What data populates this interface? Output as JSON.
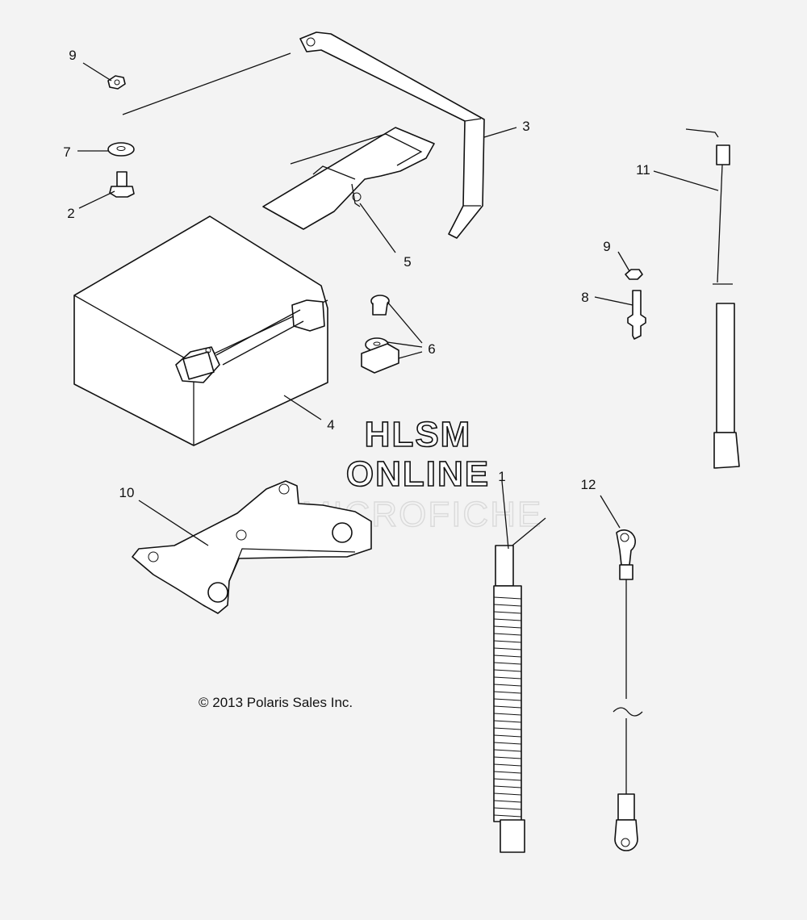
{
  "watermark": {
    "line1": "HLSM",
    "line2": "ONLINE",
    "line3": "MICROFICHE"
  },
  "copyright": "© 2013 Polaris Sales Inc.",
  "callouts": [
    {
      "id": "c9a",
      "label": "9"
    },
    {
      "id": "c7",
      "label": "7"
    },
    {
      "id": "c2",
      "label": "2"
    },
    {
      "id": "c3",
      "label": "3"
    },
    {
      "id": "c5",
      "label": "5"
    },
    {
      "id": "c11",
      "label": "11"
    },
    {
      "id": "c9b",
      "label": "9"
    },
    {
      "id": "c8",
      "label": "8"
    },
    {
      "id": "c6",
      "label": "6"
    },
    {
      "id": "c4",
      "label": "4"
    },
    {
      "id": "c10",
      "label": "10"
    },
    {
      "id": "c1",
      "label": "1"
    },
    {
      "id": "c12",
      "label": "12"
    }
  ]
}
